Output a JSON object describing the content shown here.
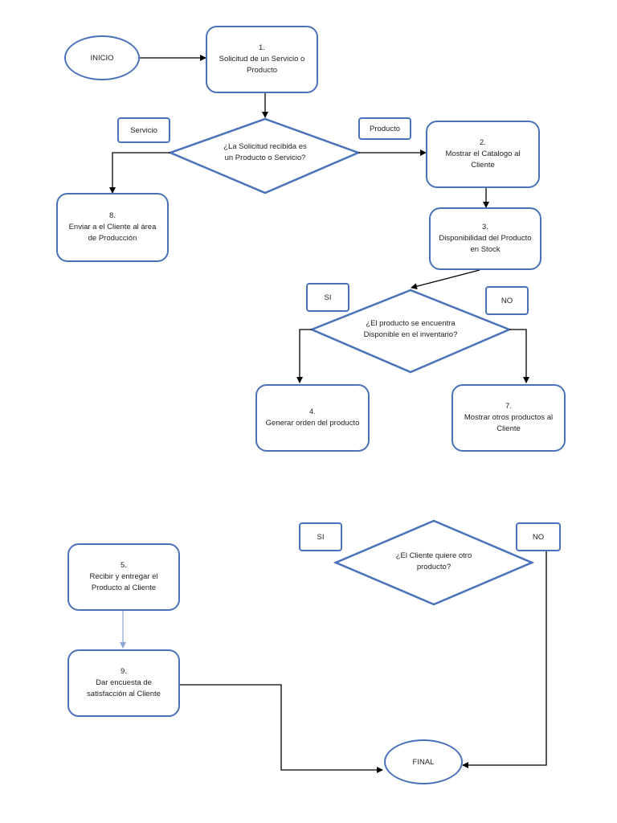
{
  "nodes": {
    "inicio": "INICIO",
    "final": "FINAL",
    "n1": {
      "num": "1.",
      "text": "Solicitud de un Servicio o Producto"
    },
    "d1": "¿La Solicitud recibida es un Producto o Servicio?",
    "n2": {
      "num": "2.",
      "text": "Mostrar el Catalogo al Cliente"
    },
    "n3": {
      "num": "3.",
      "text": "Disponibilidad del Producto en Stock"
    },
    "d2": "¿El producto se encuentra Disponible en el inventario?",
    "n4": {
      "num": "4.",
      "text": "Generar orden del producto"
    },
    "n5": {
      "num": "5.",
      "text": "Recibir y entregar el Producto al Cliente"
    },
    "n7": {
      "num": "7.",
      "text": "Mostrar otros productos al Cliente"
    },
    "n8": {
      "num": "8.",
      "text": "Enviar a el Cliente al área de Producción"
    },
    "n9": {
      "num": "9.",
      "text": "Dar encuesta de satisfacción al Cliente"
    },
    "d3": "¿El Cliente quiere otro producto?"
  },
  "labels": {
    "servicio": "Servicio",
    "producto": "Producto",
    "si1": "SI",
    "no1": "NO",
    "si2": "SI",
    "no2": "NO"
  },
  "colors": {
    "shape_border": "#4a72b8",
    "connector": "#000000",
    "faint_connector": "#8aa6d6"
  }
}
